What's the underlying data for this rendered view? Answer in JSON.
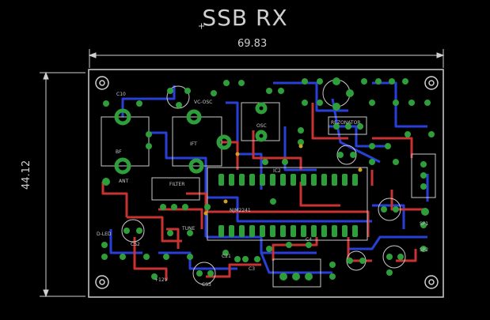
{
  "title": "SSB RX",
  "dimensions": {
    "width": "69.83",
    "height": "44.12"
  },
  "labels": {
    "c10": "C10",
    "bf": "BF",
    "ant": "ANT",
    "vc_osc": "VC-OSC",
    "ift": "IFT",
    "osc": "OSC",
    "ic2": "IC2",
    "filter": "FILTER",
    "resonator": "REZONATOR",
    "njm": "NJM2241",
    "cs2": "CS2",
    "cs3": "CS3",
    "d_led": "D-LED",
    "sp1": "SP1",
    "sp2": "SP2",
    "p12v": "+12V",
    "c4": "C4",
    "c3": "C3",
    "c21": "C21",
    "tune": "TUNE"
  },
  "colors": {
    "background": "#000000",
    "board_outline": "#d0d0d0",
    "top_trace": "#c83232",
    "bottom_trace": "#2a3fd8",
    "pad": "#2e9e3a",
    "silk": "#c8c8c8",
    "dimension": "#cfcfcf"
  }
}
